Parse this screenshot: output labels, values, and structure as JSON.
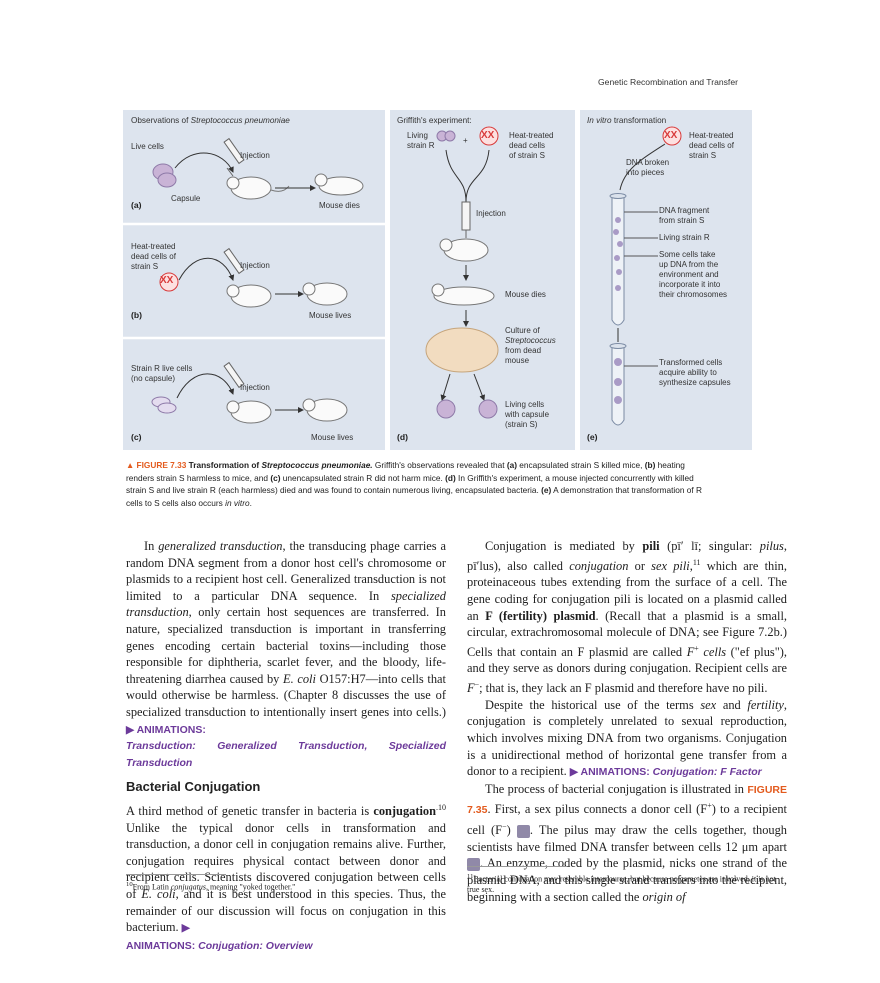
{
  "running_head": "Genetic Recombination and Transfer",
  "panel_a": {
    "title_prefix": "Observations of ",
    "title_italic": "Streptococcus pneumoniae",
    "live_cells": "Live cells",
    "capsule": "Capsule",
    "injection": "Injection",
    "mouse_dies": "Mouse dies",
    "letter": "(a)"
  },
  "panel_b": {
    "heat_line1": "Heat-treated",
    "heat_line2": "dead cells of",
    "heat_line3": "strain S",
    "xx": "XX",
    "injection": "Injection",
    "mouse_lives": "Mouse lives",
    "letter": "(b)"
  },
  "panel_c": {
    "strain_line1": "Strain R live cells",
    "strain_line2": "(no capsule)",
    "injection": "Injection",
    "mouse_lives": "Mouse lives",
    "letter": "(c)"
  },
  "panel_d": {
    "title": "Griffith's experiment:",
    "living_line1": "Living",
    "living_line2": "strain R",
    "plus": "+",
    "xx": "XX",
    "heat_line1": "Heat-treated",
    "heat_line2": "dead cells",
    "heat_line3": "of strain S",
    "injection": "Injection",
    "mouse_dies": "Mouse dies",
    "culture_line1": "Culture of",
    "culture_line2": "Streptococcus",
    "culture_line3": "from dead",
    "culture_line4": "mouse",
    "living_cells_line1": "Living cells",
    "living_cells_line2": "with capsule",
    "living_cells_line3": "(strain S)",
    "letter": "(d)"
  },
  "panel_e": {
    "title_italic": "In vitro",
    "title_rest": " transformation",
    "xx": "XX",
    "heat_line1": "Heat-treated",
    "heat_line2": "dead cells of",
    "heat_line3": "strain S",
    "broken_line1": "DNA broken",
    "broken_line2": "into pieces",
    "frag_line1": "DNA fragment",
    "frag_line2": "from strain S",
    "living": "Living strain R",
    "some_line1": "Some cells take",
    "some_line2": "up DNA from the",
    "some_line3": "environment and",
    "some_line4": "incorporate it into",
    "some_line5": "their chromosomes",
    "trans_line1": "Transformed cells",
    "trans_line2": "acquire ability to",
    "trans_line3": "synthesize capsules",
    "letter": "(e)"
  },
  "caption": {
    "triangle": "▲",
    "fig": "FIGURE 7.33",
    "title_a": "Transformation of ",
    "title_b": "Streptococcus pneumoniae.",
    "t1": " Griffith's observations revealed that ",
    "a": "(a)",
    "t2": " encapsulated strain S killed mice, ",
    "b": "(b)",
    "t3": " heating renders strain S harmless to mice, and ",
    "c": "(c)",
    "t4": " unencapsulated strain R did not harm mice. ",
    "d": "(d)",
    "t5": " In Griffith's experiment, a mouse injected concurrently with killed strain S and live strain R (each harmless) died and was found to contain numerous living, encapsulated bacteria. ",
    "e": "(e)",
    "t6": " A demonstration that transformation of R cells to S cells also occurs ",
    "t6i": "in vitro",
    "t7": "."
  },
  "left": {
    "p1_a": "In ",
    "p1_i1": "generalized transduction",
    "p1_b": ", the transducing phage carries a random DNA segment from a donor host cell's chromosome or plasmids to a recipient host cell. Generalized transduction is not limited to a particular DNA sequence. In ",
    "p1_i2": "specialized transduction",
    "p1_c": ", only certain host sequences are transferred. In nature, specialized transduction is important in transferring genes encoding certain bacterial toxins—including those responsible for diphtheria, scarlet fever, and the bloody, life-threatening diarrhea caused by ",
    "p1_i3": "E. coli",
    "p1_d": " O157:H7—into cells that would otherwise be harmless. (Chapter 8 discusses the use of specialized transduction to intentionally insert genes into cells.) ",
    "p1_anim": "▶ ANIMATIONS:",
    "p1_anim_i": "Transduction: Generalized Transduction, Specialized Transduction",
    "heading": "Bacterial Conjugation",
    "p2_a": "A third method of genetic transfer in bacteria is ",
    "p2_b": "conjugation",
    "p2_sup": "10",
    "p2_c": " Unlike the typical donor cells in transformation and transduction, a donor cell in conjugation remains alive. Further, conjugation requires physical contact between donor and recipient cells. Scientists discovered conjugation between cells of ",
    "p2_i": "E. coli",
    "p2_d": ", and it is best understood in this species. Thus, the remainder of our discussion will focus on conjugation in this bacterium. ",
    "p2_tri": "▶",
    "p2_anim": "ANIMATIONS: ",
    "p2_anim_i": "Conjugation: Overview",
    "fn_sup": "10",
    "fn_a": "From Latin ",
    "fn_i": "conjugatus",
    "fn_b": ", meaning \"yoked together.\""
  },
  "right": {
    "p1_a": "Conjugation is mediated by ",
    "p1_b": "pili",
    "p1_c": " (pī′ lī; singular: ",
    "p1_i1": "pilus",
    "p1_d": ", pī′lus), also called ",
    "p1_i2": "conjugation",
    "p1_e": " or ",
    "p1_i3": "sex pili",
    "p1_sup": "11",
    "p1_f": " which are thin, proteinaceous tubes extending from the surface of a cell. The gene coding for conjugation pili is located on a plasmid called an ",
    "p1_g": "F (fertility) plasmid",
    "p1_h": ". (Recall that a plasmid is a small, circular, extrachromosomal molecule of DNA; see Figure 7.2b.) Cells that contain an F plasmid are called ",
    "p1_i4": "F",
    "p1_sup2": "+",
    "p1_i5": " cells",
    "p1_j": " (\"ef plus\"), and they serve as donors during conjugation. Recipient cells are ",
    "p1_i6": "F",
    "p1_sup3": "−",
    "p1_k": "; that is, they lack an F plasmid and therefore have no pili.",
    "p2_a": "Despite the historical use of the terms ",
    "p2_i1": "sex",
    "p2_b": " and ",
    "p2_i2": "fertility",
    "p2_c": ", conjugation is completely unrelated to sexual reproduction, which involves mixing DNA from two organisms. Conjugation is a unidirectional method of horizontal gene transfer from a donor to a recipient. ",
    "p2_anim": "▶ ANIMATIONS: ",
    "p2_anim_i": "Conjugation: F Factor",
    "p3_a": "The process of bacterial conjugation is illustrated in ",
    "p3_fig": "FIGURE 7.35",
    "p3_b": ". First, a sex pilus connects a donor cell (F",
    "p3_sup1": "+",
    "p3_c": ") to a recipient cell (F",
    "p3_sup2": "−",
    "p3_d": ") ",
    "p3_badge1": "1",
    "p3_e": ". The pilus may draw the cells together, though scientists have filmed DNA transfer between cells 12 μm apart ",
    "p3_badge2": "2",
    "p3_f": ". An enzyme, coded by the plasmid, nicks one strand of the plasmid DNA, and this single strand transfers into the recipient, beginning with a section called the ",
    "p3_i": "origin of",
    "fn_sup": "11",
    "fn_text": "Bacterial conjugation may resemble intercourse, but because no gametes are involved, it is not true sex."
  },
  "colors": {
    "panel_bg": "#dde4ee",
    "figure_orange": "#e35b1e",
    "animation_purple": "#6c3a9a",
    "dead_cell_red": "#d83a3a"
  }
}
